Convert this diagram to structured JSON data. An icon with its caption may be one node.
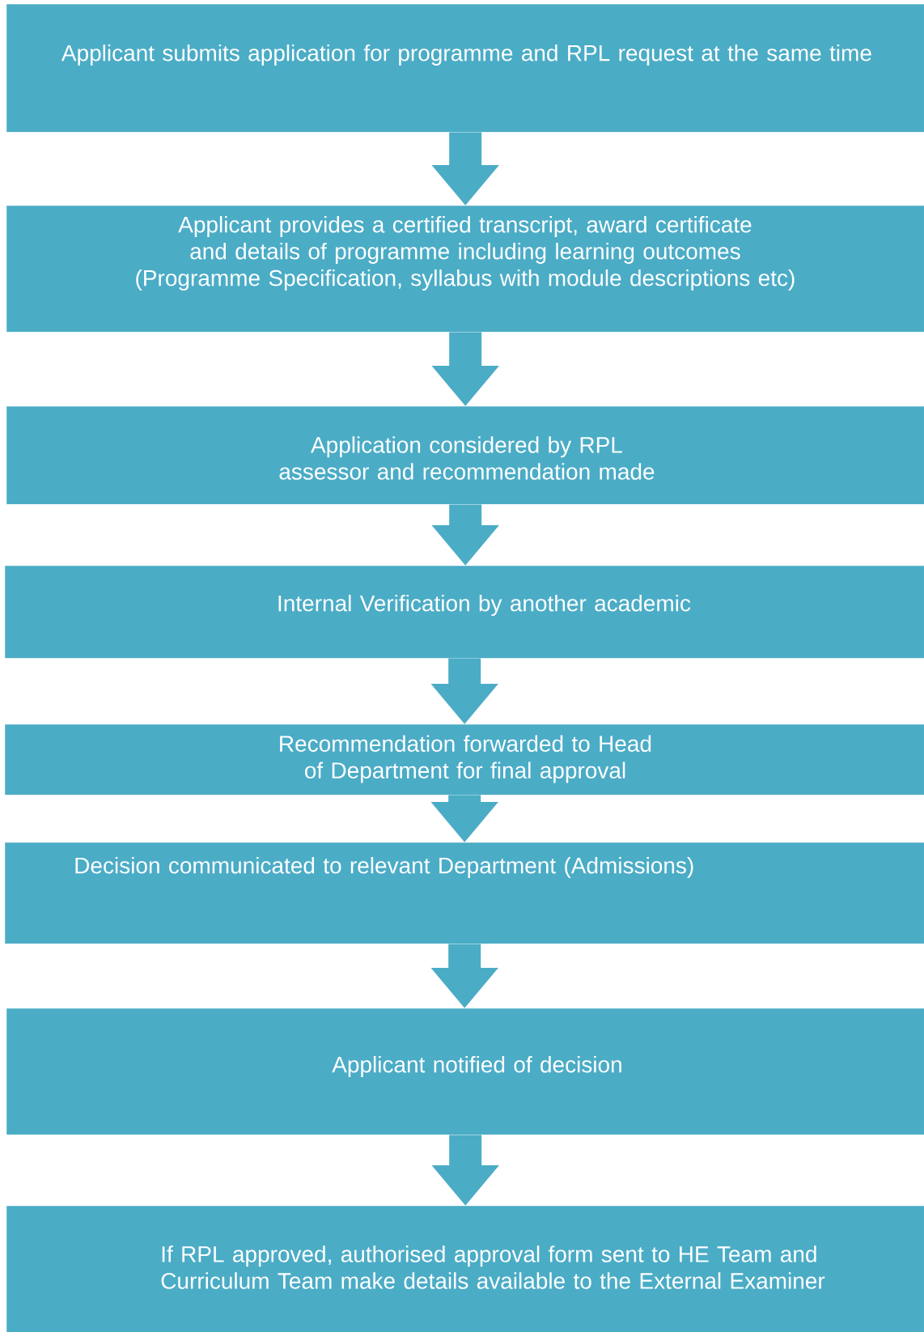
{
  "diagram": {
    "nodes": [
      {
        "text": [
          "Applicant submits application for programme and RPL request at the same time"
        ]
      },
      {
        "text": [
          "Applicant provides a certified transcript, award certificate and details of programme including learning outcomes (Programme Specification, syllabus with module descriptions etc)"
        ]
      },
      {
        "text": [
          "Application considered by RPL assessor and recommendation made"
        ]
      },
      {
        "text": [
          "Internal Verification by another academic"
        ]
      },
      {
        "text": [
          "Recommendation forwarded to Head of Department for final approval"
        ]
      },
      {
        "text": [
          "Decision communicated to relevant Department (Admissions)"
        ]
      },
      {
        "text": [
          "Applicant notified of decision"
        ]
      },
      {
        "text": [
          "If RPL approved, authorised approval form sent to HE Team and Curriculum Team make details available to the External Examiner"
        ]
      }
    ],
    "edges": [
      {
        "from": 0,
        "to": 1,
        "arrow": "to"
      },
      {
        "from": 1,
        "to": 2,
        "arrow": "to"
      },
      {
        "from": 2,
        "to": 3,
        "arrow": "to"
      },
      {
        "from": 3,
        "to": 4,
        "arrow": "to"
      },
      {
        "from": 4,
        "to": 5,
        "arrow": "to"
      },
      {
        "from": 5,
        "to": 6,
        "arrow": "to"
      },
      {
        "from": 6,
        "to": 7,
        "arrow": "to"
      }
    ]
  }
}
